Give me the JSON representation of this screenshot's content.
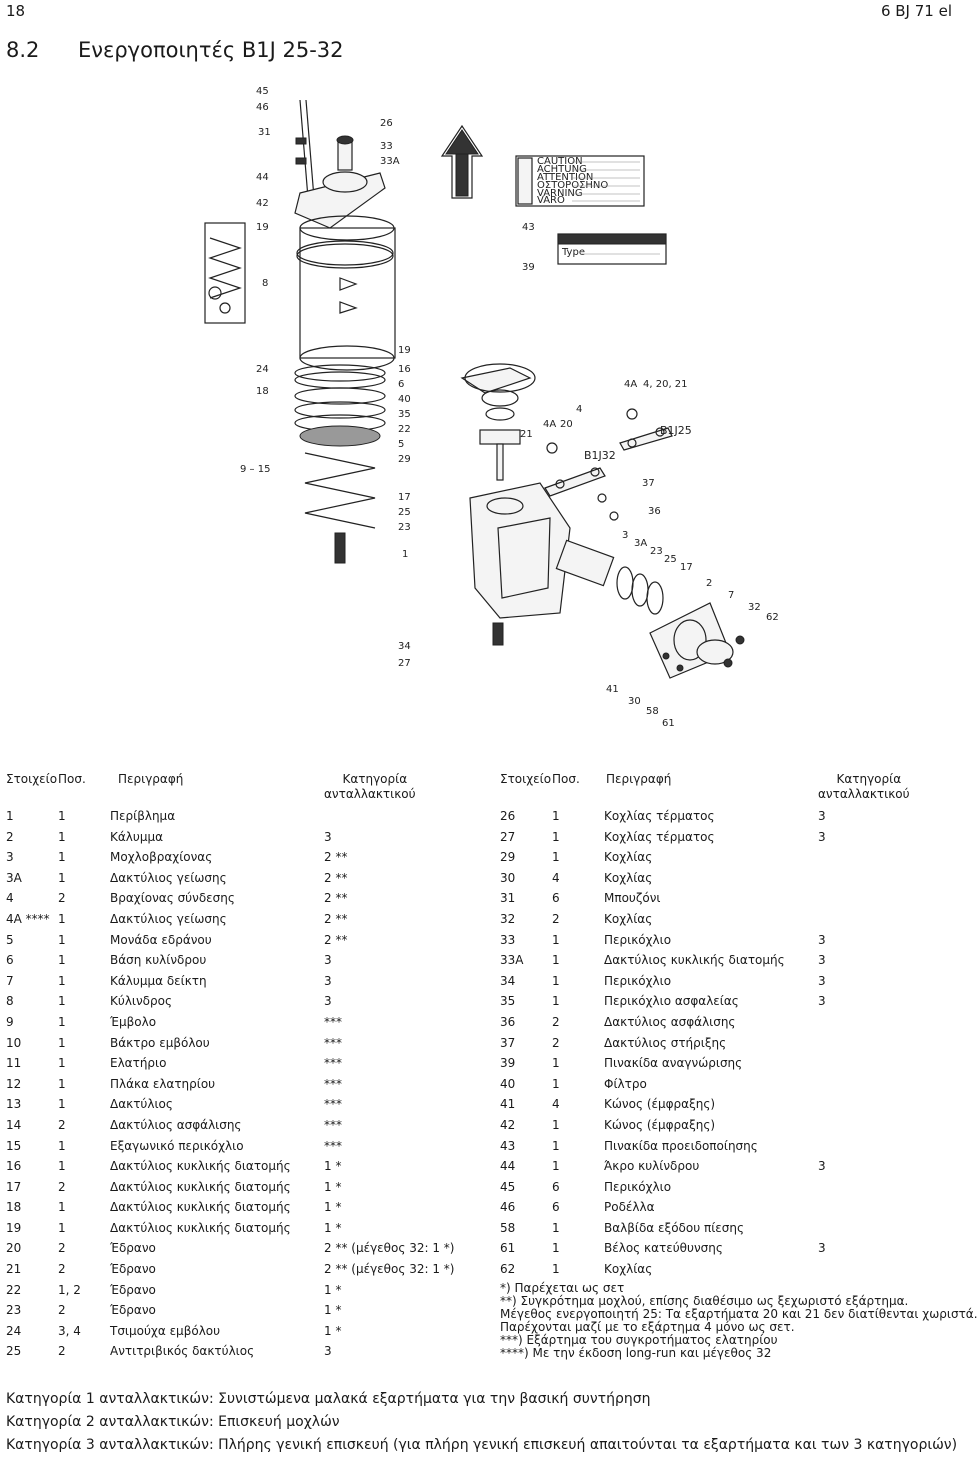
{
  "header": {
    "page_number": "18",
    "doc_code": "6 BJ 71 el"
  },
  "section": {
    "number": "8.2",
    "title": "Ενεργοποιητές B1J 25-32"
  },
  "diagram": {
    "labels": [
      "45",
      "46",
      "31",
      "44",
      "42",
      "19",
      "8",
      "26",
      "33",
      "33A",
      "43",
      "39",
      "24",
      "18",
      "9 – 15",
      "19",
      "16",
      "6",
      "40",
      "35",
      "22",
      "5",
      "29",
      "17",
      "25",
      "23",
      "1",
      "34",
      "27",
      "21",
      "4A",
      "20",
      "4",
      "B1J32",
      "4A",
      "4, 20, 21",
      "B1J25",
      "37",
      "36",
      "3",
      "3A",
      "23",
      "25",
      "17",
      "2",
      "7",
      "32",
      "62",
      "41",
      "30",
      "58",
      "61"
    ],
    "warning_words": [
      "CAUTION",
      "ACHTUNG",
      "ATTENTION",
      "ΟΣΤΟΡΟΣΗΝΟ",
      "VARNING",
      "VARO"
    ],
    "plate_type": "Type"
  },
  "table_headers": {
    "item": "Στοιχείο",
    "qty": "Ποσ.",
    "description": "Περιγραφή",
    "category_line1": "Κατηγορία",
    "category_line2": "ανταλλακτικού"
  },
  "parts_left": [
    {
      "item": "1",
      "qty": "1",
      "desc": "Περίβλημα",
      "cat": ""
    },
    {
      "item": "2",
      "qty": "1",
      "desc": "Κάλυμμα",
      "cat": "3"
    },
    {
      "item": "3",
      "qty": "1",
      "desc": "Μοχλοβραχίονας",
      "cat": "2 **"
    },
    {
      "item": "3A",
      "qty": "1",
      "desc": "Δακτύλιος γείωσης",
      "cat": "2 **"
    },
    {
      "item": "4",
      "qty": "2",
      "desc": "Βραχίονας σύνδεσης",
      "cat": "2 **"
    },
    {
      "item": "4A ****",
      "qty": "1",
      "desc": "Δακτύλιος γείωσης",
      "cat": "2 **"
    },
    {
      "item": "5",
      "qty": "1",
      "desc": "Μονάδα εδράνου",
      "cat": "2 **"
    },
    {
      "item": "6",
      "qty": "1",
      "desc": "Βάση κυλίνδρου",
      "cat": "3"
    },
    {
      "item": "7",
      "qty": "1",
      "desc": "Κάλυμμα δείκτη",
      "cat": "3"
    },
    {
      "item": "8",
      "qty": "1",
      "desc": "Κύλινδρος",
      "cat": "3"
    },
    {
      "item": "9",
      "qty": "1",
      "desc": "Έμβολο",
      "cat": "***"
    },
    {
      "item": "10",
      "qty": "1",
      "desc": "Βάκτρο εμβόλου",
      "cat": "***"
    },
    {
      "item": "11",
      "qty": "1",
      "desc": "Ελατήριο",
      "cat": "***"
    },
    {
      "item": "12",
      "qty": "1",
      "desc": "Πλάκα ελατηρίου",
      "cat": "***"
    },
    {
      "item": "13",
      "qty": "1",
      "desc": "Δακτύλιος",
      "cat": "***"
    },
    {
      "item": "14",
      "qty": "2",
      "desc": "Δακτύλιος ασφάλισης",
      "cat": "***"
    },
    {
      "item": "15",
      "qty": "1",
      "desc": "Εξαγωνικό περικόχλιο",
      "cat": "***"
    },
    {
      "item": "16",
      "qty": "1",
      "desc": "Δακτύλιος κυκλικής διατομής",
      "cat": "1 *"
    },
    {
      "item": "17",
      "qty": "2",
      "desc": "Δακτύλιος κυκλικής διατομής",
      "cat": "1 *"
    },
    {
      "item": "18",
      "qty": "1",
      "desc": "Δακτύλιος κυκλικής διατομής",
      "cat": "1 *"
    },
    {
      "item": "19",
      "qty": "1",
      "desc": "Δακτύλιος κυκλικής διατομής",
      "cat": "1 *"
    },
    {
      "item": "20",
      "qty": "2",
      "desc": "Έδρανο",
      "cat": "2 ** (μέγεθος 32: 1 *)"
    },
    {
      "item": "21",
      "qty": "2",
      "desc": "Έδρανο",
      "cat": "2 ** (μέγεθος 32: 1 *)"
    },
    {
      "item": "22",
      "qty": "1, 2",
      "desc": "Έδρανο",
      "cat": "1 *"
    },
    {
      "item": "23",
      "qty": "2",
      "desc": "Έδρανο",
      "cat": "1 *"
    },
    {
      "item": "24",
      "qty": "3, 4",
      "desc": "Τσιμούχα εμβόλου",
      "cat": "1 *"
    },
    {
      "item": "25",
      "qty": "2",
      "desc": "Αντιτριβικός δακτύλιος",
      "cat": "3"
    }
  ],
  "parts_right": [
    {
      "item": "26",
      "qty": "1",
      "desc": "Κοχλίας τέρματος",
      "cat": "3"
    },
    {
      "item": "27",
      "qty": "1",
      "desc": "Κοχλίας τέρματος",
      "cat": "3"
    },
    {
      "item": "29",
      "qty": "1",
      "desc": "Κοχλίας",
      "cat": ""
    },
    {
      "item": "30",
      "qty": "4",
      "desc": "Κοχλίας",
      "cat": ""
    },
    {
      "item": "31",
      "qty": "6",
      "desc": "Μπουζόνι",
      "cat": ""
    },
    {
      "item": "32",
      "qty": "2",
      "desc": "Κοχλίας",
      "cat": ""
    },
    {
      "item": "33",
      "qty": "1",
      "desc": "Περικόχλιο",
      "cat": "3"
    },
    {
      "item": "33A",
      "qty": "1",
      "desc": "Δακτύλιος κυκλικής διατομής",
      "cat": "3"
    },
    {
      "item": "34",
      "qty": "1",
      "desc": "Περικόχλιο",
      "cat": "3"
    },
    {
      "item": "35",
      "qty": "1",
      "desc": "Περικόχλιο ασφαλείας",
      "cat": "3"
    },
    {
      "item": "36",
      "qty": "2",
      "desc": "Δακτύλιος ασφάλισης",
      "cat": ""
    },
    {
      "item": "37",
      "qty": "2",
      "desc": "Δακτύλιος στήριξης",
      "cat": ""
    },
    {
      "item": "39",
      "qty": "1",
      "desc": "Πινακίδα αναγνώρισης",
      "cat": ""
    },
    {
      "item": "40",
      "qty": "1",
      "desc": "Φίλτρο",
      "cat": ""
    },
    {
      "item": "41",
      "qty": "4",
      "desc": "Κώνος (έμφραξης)",
      "cat": ""
    },
    {
      "item": "42",
      "qty": "1",
      "desc": "Κώνος (έμφραξης)",
      "cat": ""
    },
    {
      "item": "43",
      "qty": "1",
      "desc": "Πινακίδα προειδοποίησης",
      "cat": ""
    },
    {
      "item": "44",
      "qty": "1",
      "desc": "Άκρο κυλίνδρου",
      "cat": "3"
    },
    {
      "item": "45",
      "qty": "6",
      "desc": "Περικόχλιο",
      "cat": ""
    },
    {
      "item": "46",
      "qty": "6",
      "desc": "Ροδέλλα",
      "cat": ""
    },
    {
      "item": "58",
      "qty": "1",
      "desc": "Βαλβίδα εξόδου πίεσης",
      "cat": ""
    },
    {
      "item": "61",
      "qty": "1",
      "desc": "Βέλος κατεύθυνσης",
      "cat": "3"
    },
    {
      "item": "62",
      "qty": "1",
      "desc": "Κοχλίας",
      "cat": ""
    }
  ],
  "notes": [
    "*) Παρέχεται ως σετ",
    "**) Συγκρότημα μοχλού, επίσης διαθέσιμο ως ξεχωριστό εξάρτημα.",
    "Μέγεθος ενεργοποιητή 25: Τα εξαρτήματα 20 και 21 δεν διατίθενται χωριστά.",
    "Παρέχονται μαζί με το εξάρτημα 4 μόνο ως σετ.",
    "***) Εξάρτημα του συγκροτήματος ελατηρίου",
    "****) Με την έκδοση long-run και μέγεθος 32"
  ],
  "footer": [
    "Κατηγορία 1 ανταλλακτικών: Συνιστώμενα μαλακά εξαρτήματα για την βασική συντήρηση",
    "Κατηγορία 2 ανταλλακτικών: Επισκευή μοχλών",
    "Κατηγορία 3 ανταλλακτικών: Πλήρης γενική επισκευή (για πλήρη γενική επισκευή απαιτούνται τα εξαρτήματα και των 3 κατηγοριών)"
  ]
}
